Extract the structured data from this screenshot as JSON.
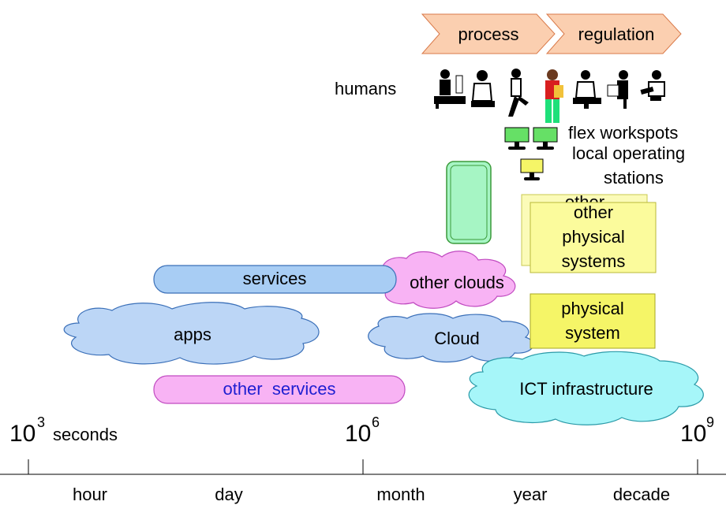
{
  "arrows": {
    "process": "process",
    "regulation": "regulation"
  },
  "humans_label": "humans",
  "workspots": {
    "line1": "flex workspots",
    "line2": "local operating",
    "line3": "stations"
  },
  "physical_back": {
    "line1": "other"
  },
  "physical_other": {
    "line1": "other",
    "line2": "physical",
    "line3": "systems"
  },
  "physical_system": {
    "line1": "physical",
    "line2": "system"
  },
  "services": "services",
  "other_clouds": "other clouds",
  "apps": "apps",
  "cloud": "Cloud",
  "other_services": "other  services",
  "ict": "ICT infrastructure",
  "axis": {
    "base": "10",
    "exp_3": "3",
    "exp_6": "6",
    "exp_9": "9",
    "seconds": "seconds",
    "periods": [
      "hour",
      "day",
      "month",
      "year",
      "decade"
    ]
  },
  "colors": {
    "arrow_fill": "#fbcfb0",
    "services_fill": "#a8cdf4",
    "cloud_fill": "#bcd6f6",
    "pink_fill": "#f8b3f4",
    "ict_fill": "#a6f6f9",
    "yellow_fill": "#fbfb9c",
    "yellow_bright": "#f5f567",
    "green_fill": "#a6f5c4",
    "blue_text": "#1f1fd1"
  },
  "icons": [
    "person-icon",
    "monitor-icon"
  ]
}
